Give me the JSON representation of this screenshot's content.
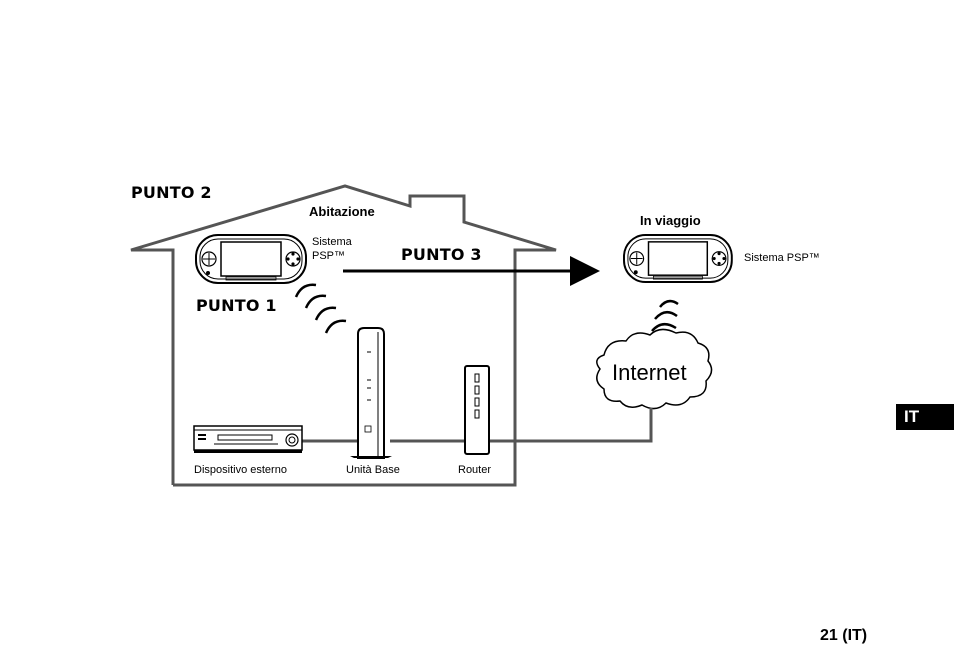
{
  "labels": {
    "step2": "PUNTO 2",
    "home": "Abitazione",
    "psp_home_line1": "Sistema",
    "psp_home_line2": "PSP™",
    "step3": "PUNTO 3",
    "step1": "PUNTO 1",
    "travel": "In viaggio",
    "psp_travel": "Sistema PSP™",
    "internet": "Internet",
    "external_device": "Dispositivo esterno",
    "base_unit": "Unità Base",
    "router": "Router"
  },
  "language_tab": "IT",
  "page_number": "21 (IT)",
  "colors": {
    "line": "#000000",
    "house_outline": "#555555",
    "tab_bg": "#000000",
    "tab_text": "#ffffff"
  }
}
